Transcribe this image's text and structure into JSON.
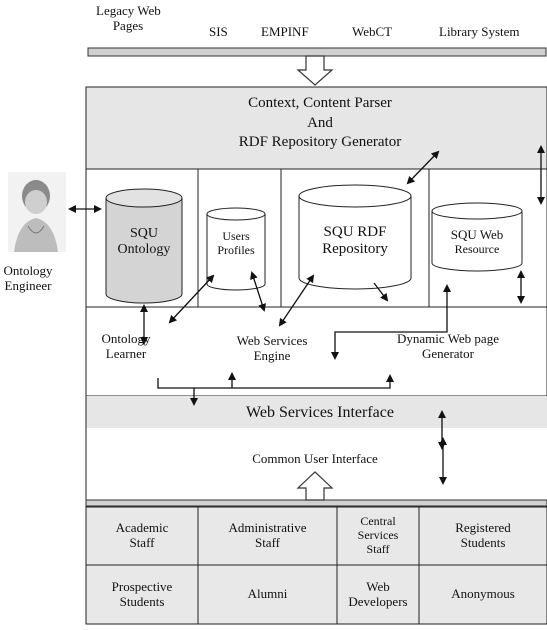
{
  "sources": {
    "legacy_line1": "Legacy Web",
    "legacy_line2": "Pages",
    "sis": "SIS",
    "empinf": "EMPINF",
    "webct": "WebCT",
    "library": "Library System"
  },
  "parser": {
    "line1": "Context, Content Parser",
    "line2": "And",
    "line3": "RDF Repository Generator"
  },
  "engineer": {
    "line1": "Ontology",
    "line2": "Engineer"
  },
  "stores": {
    "ontology_line1": "SQU",
    "ontology_line2": "Ontology",
    "profiles_line1": "Users",
    "profiles_line2": "Profiles",
    "rdf_line1": "SQU RDF",
    "rdf_line2": "Repository",
    "web_line1": "SQU Web",
    "web_line2": "Resource"
  },
  "engines": {
    "learner_line1": "Ontology",
    "learner_line2": "Learner",
    "ws_line1": "Web Services",
    "ws_line2": "Engine",
    "dyn_line1": "Dynamic Web page",
    "dyn_line2": "Generator"
  },
  "interfaces": {
    "ws_interface": "Web Services Interface",
    "common_ui": "Common User Interface"
  },
  "users": {
    "row1": [
      {
        "line1": "Academic",
        "line2": "Staff",
        "line3": ""
      },
      {
        "line1": "Administrative",
        "line2": "Staff",
        "line3": ""
      },
      {
        "line1": "Central",
        "line2": "Services",
        "line3": "Staff"
      },
      {
        "line1": "Registered",
        "line2": "Students",
        "line3": ""
      }
    ],
    "row2": [
      {
        "line1": "Prospective",
        "line2": "Students"
      },
      {
        "line1": "Alumni",
        "line2": ""
      },
      {
        "line1": "Web",
        "line2": "Developers"
      },
      {
        "line1": "Anonymous",
        "line2": ""
      }
    ]
  }
}
